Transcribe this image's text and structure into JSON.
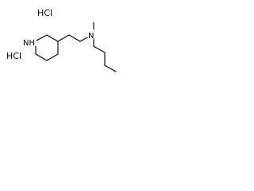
{
  "structure": {
    "atoms": {
      "piperidine_n": "NH",
      "amine_n": "N"
    },
    "salts": [
      "HCl",
      "HCl"
    ]
  }
}
